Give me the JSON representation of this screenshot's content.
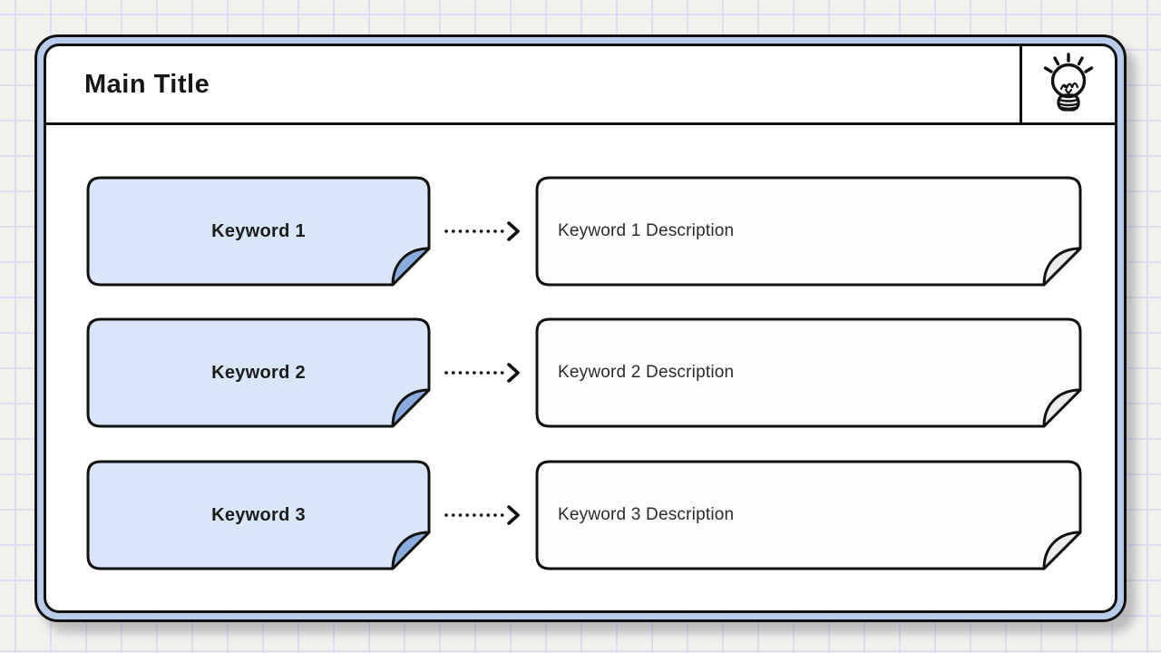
{
  "title": "Main Title",
  "header_icon": "lightbulb",
  "rows": [
    {
      "keyword": "Keyword 1",
      "description": "Keyword 1 Description"
    },
    {
      "keyword": "Keyword 2",
      "description": "Keyword 2 Description"
    },
    {
      "keyword": "Keyword 3",
      "description": "Keyword 3 Description"
    }
  ],
  "colors": {
    "frame_accent": "#b9cdeb",
    "keyword_fill": "#d9e5f8",
    "keyword_fold": "#8badde",
    "description_fill": "#fdfdfd",
    "description_fold": "#ececec",
    "outline": "#111111",
    "background": "#f1f1ee",
    "grid_line": "#dcdcf2"
  }
}
